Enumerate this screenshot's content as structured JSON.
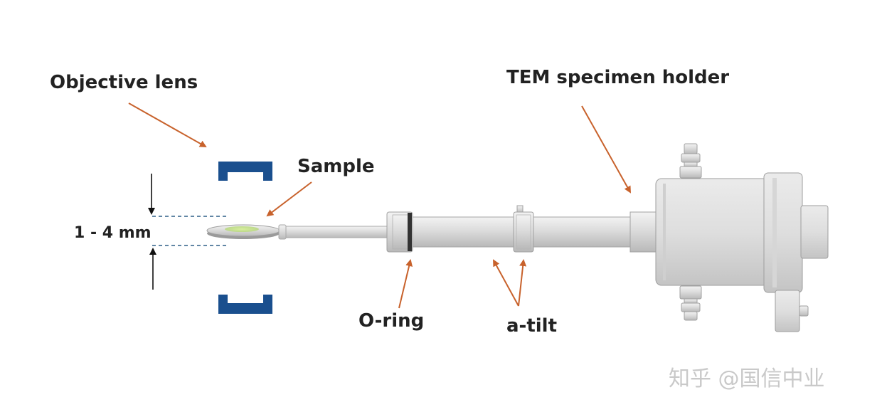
{
  "labels": {
    "objective_lens": "Objective lens",
    "sample": "Sample",
    "gap": "1 - 4 mm",
    "holder": "TEM specimen holder",
    "oring": "O-ring",
    "tilt": "a-tilt"
  },
  "watermark": "知乎 @国信中业",
  "colors": {
    "lens": "#1a4f8e",
    "arrow": "#c8622c",
    "dashed": "#2d5f87",
    "metal": "#d8d8d8",
    "oring": "#333333",
    "sample_green": "#cfe6a0"
  }
}
